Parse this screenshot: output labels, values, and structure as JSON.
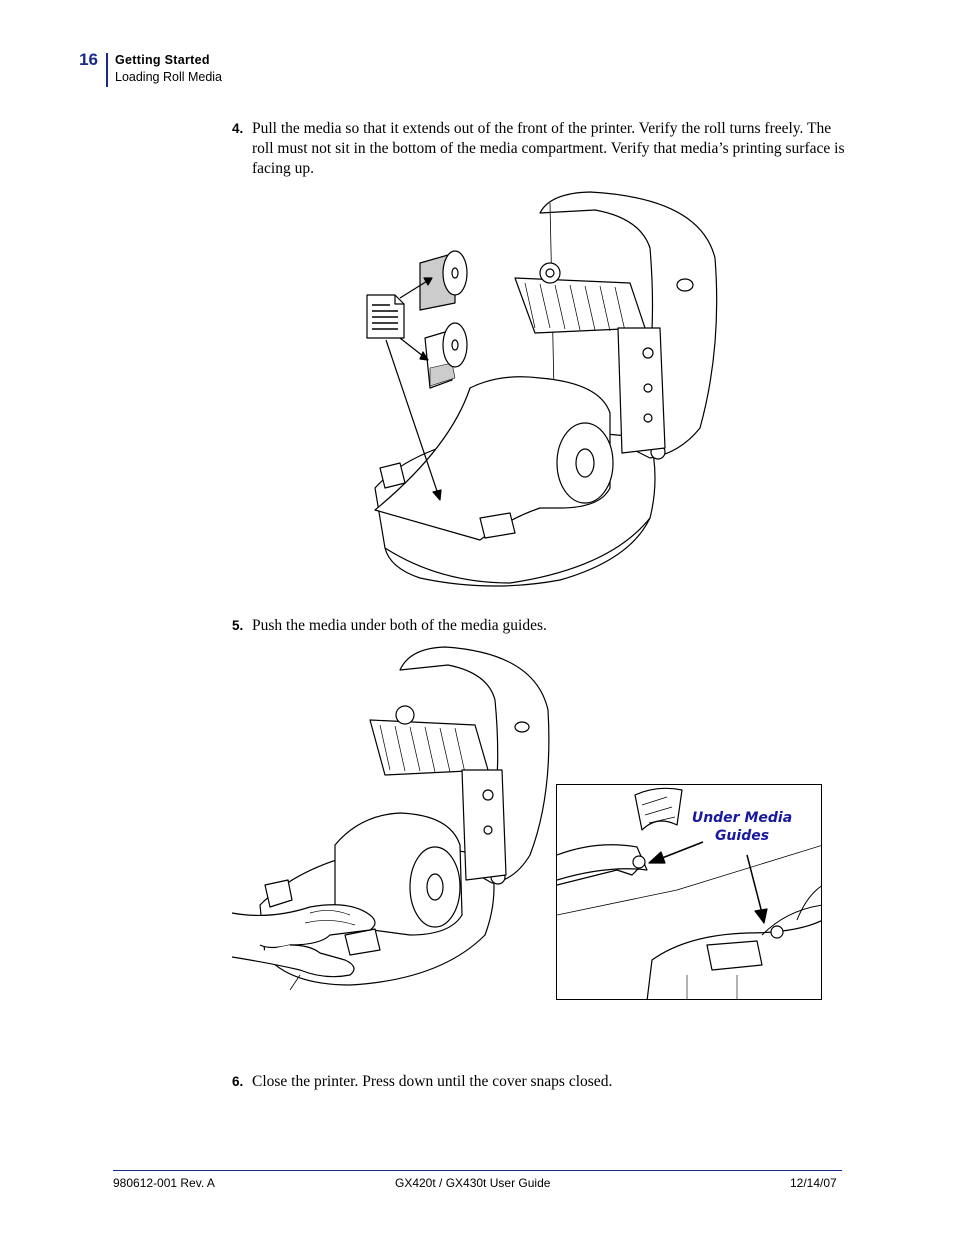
{
  "header": {
    "page_number": "16",
    "section": "Getting Started",
    "subsection": "Loading Roll Media"
  },
  "steps": [
    {
      "number": "4.",
      "text": "Pull the media so that it extends out of the front of the printer. Verify the roll turns freely. The roll must not sit in the bottom of the media compartment. Verify that media’s printing surface is facing up."
    },
    {
      "number": "5.",
      "text": "Push the media under both of the media guides."
    },
    {
      "number": "6.",
      "text": "Close the printer. Press down until the cover snaps closed."
    }
  ],
  "inset": {
    "label": "Under Media Guides"
  },
  "footer": {
    "doc_number": "980612-001 Rev. A",
    "title": "GX420t / GX430t User Guide",
    "date": "12/14/07"
  }
}
